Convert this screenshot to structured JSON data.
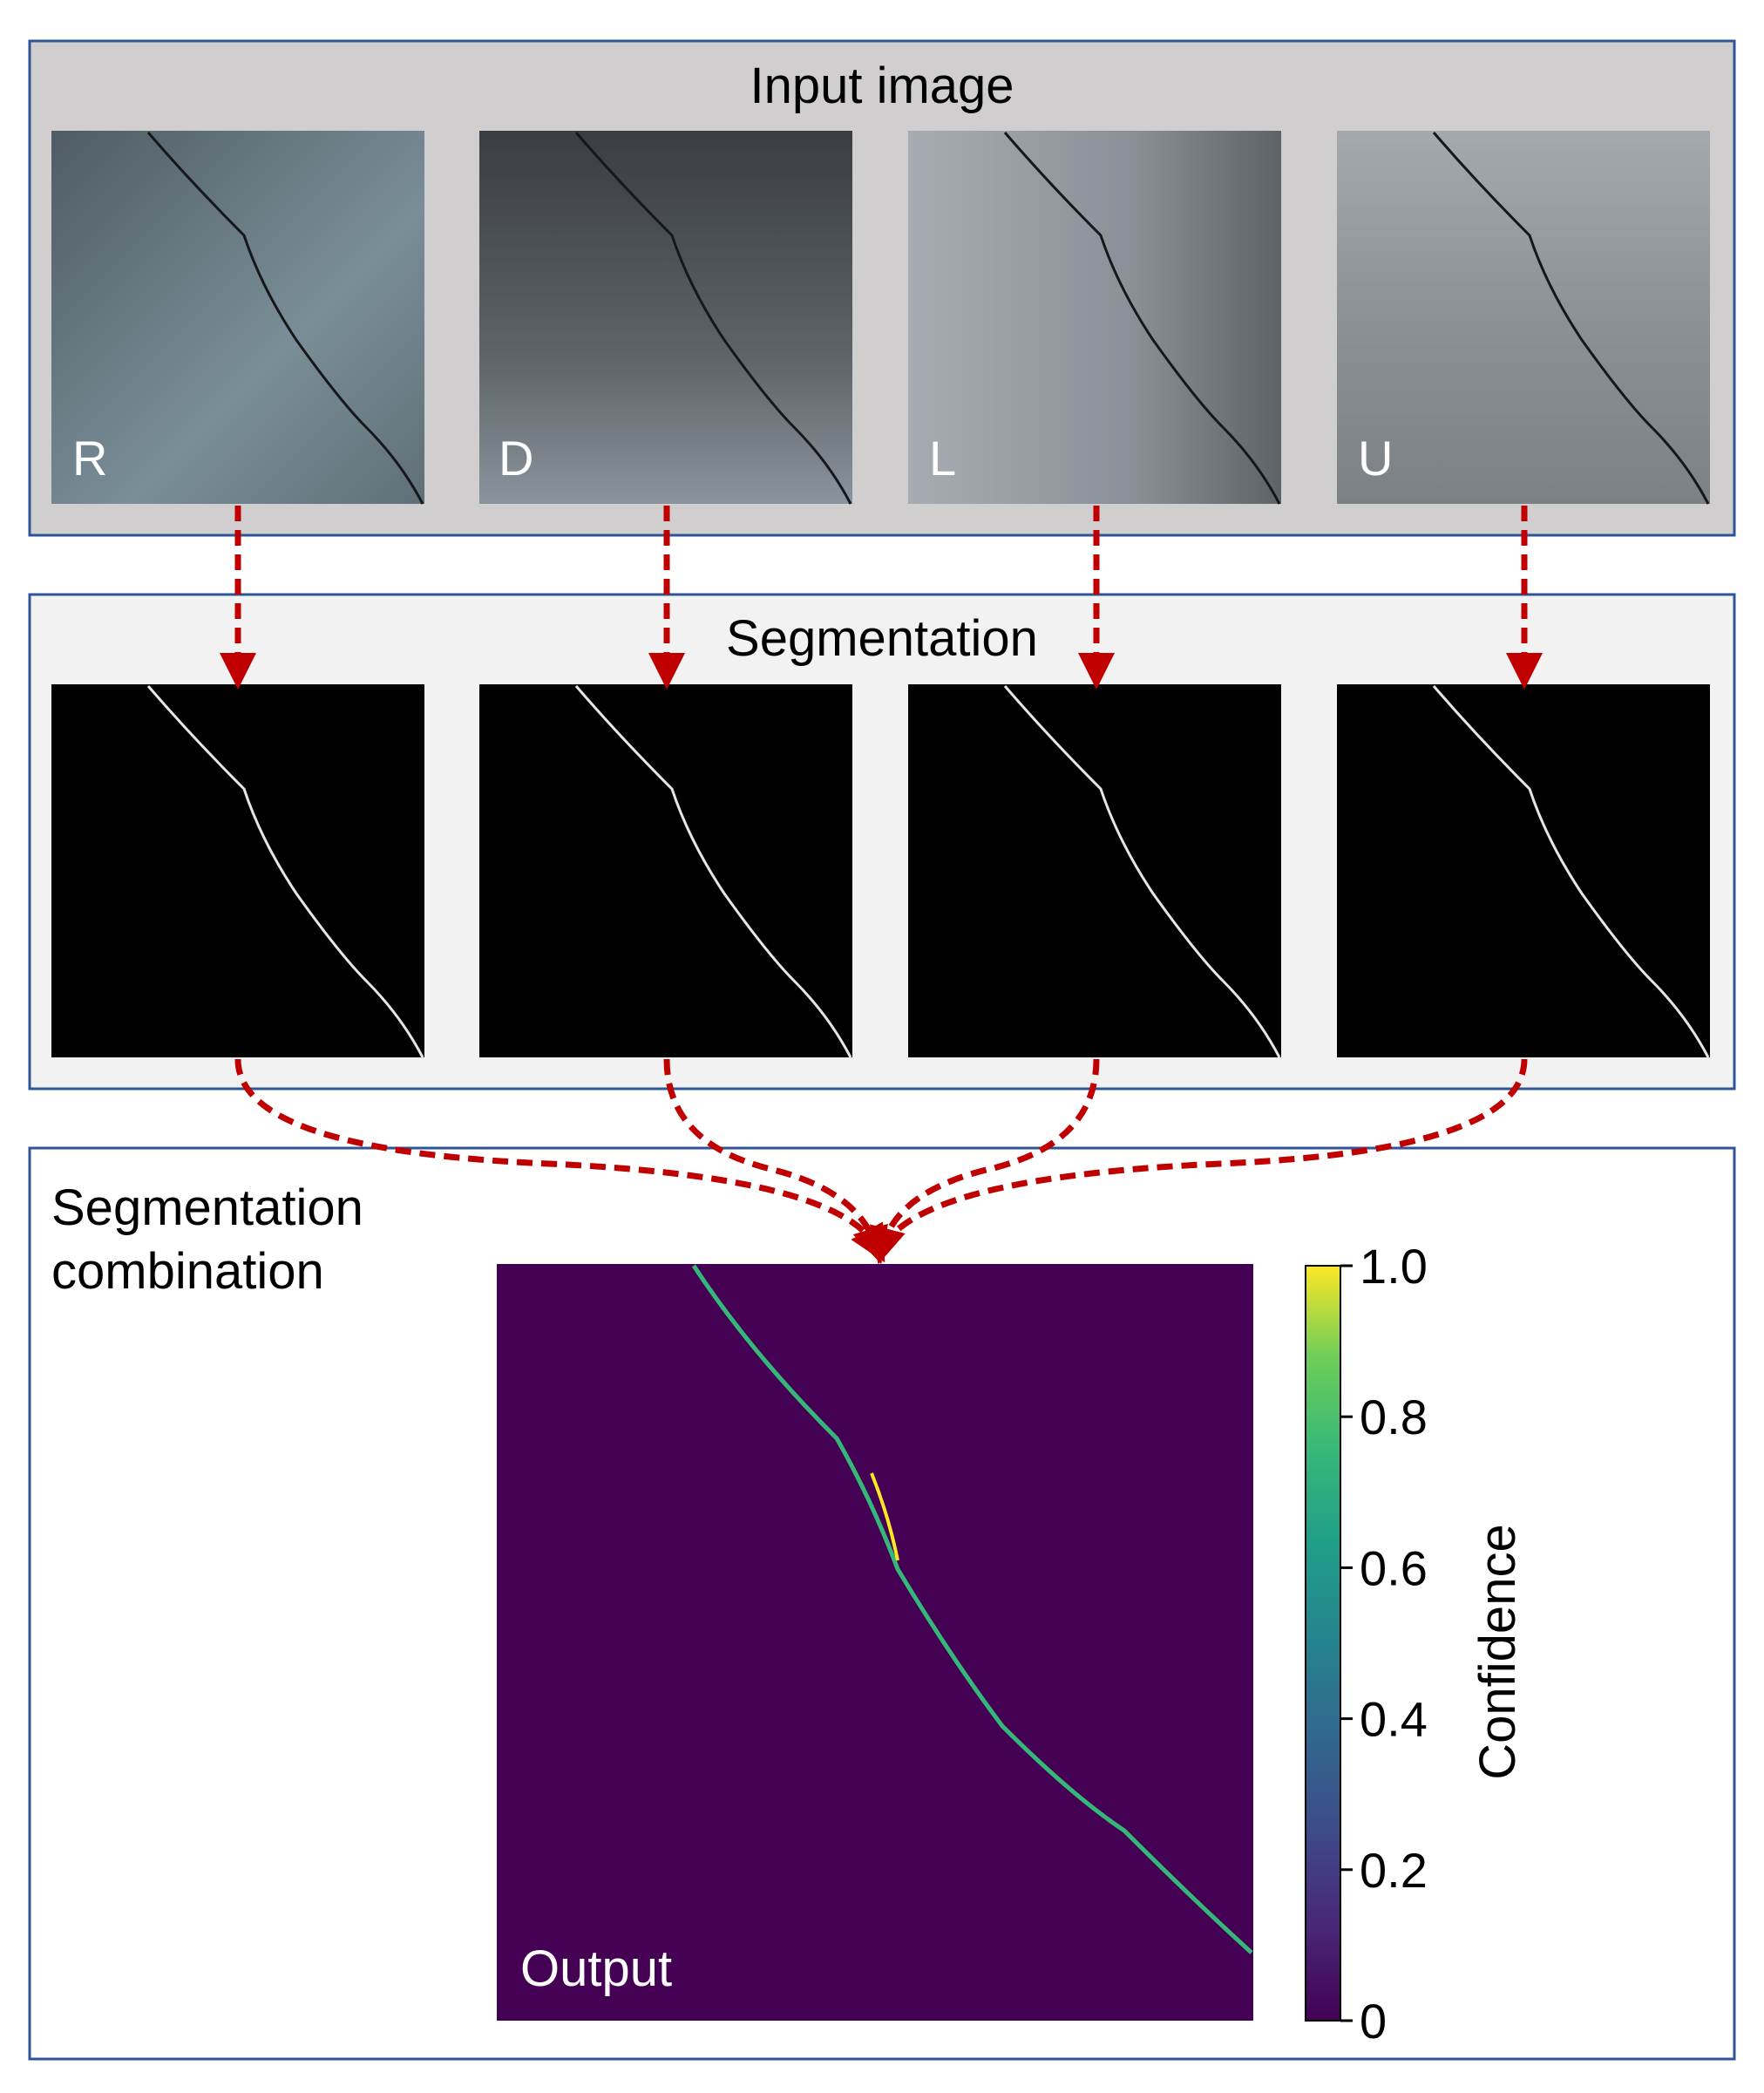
{
  "input_panel": {
    "title": "Input image",
    "images": [
      {
        "label": "R",
        "tint": "#6d7f88"
      },
      {
        "label": "D",
        "tint": "#575d63"
      },
      {
        "label": "L",
        "tint": "#959ba2"
      },
      {
        "label": "U",
        "tint": "#8e9396"
      }
    ]
  },
  "segmentation_panel": {
    "title": "Segmentation"
  },
  "combination_panel": {
    "title_line1": "Segmentation",
    "title_line2": "combination",
    "output_label": "Output"
  },
  "colorbar": {
    "label": "Confidence",
    "ticks": [
      "1.0",
      "0.8",
      "0.6",
      "0.4",
      "0.2",
      "0"
    ]
  },
  "colors": {
    "panel_border": "#2f5597",
    "input_bg": "#d0cece",
    "seg_bg": "#f2f2f2",
    "arrow": "#c00000",
    "viridis_low": "#440154",
    "viridis_high": "#fde725"
  }
}
